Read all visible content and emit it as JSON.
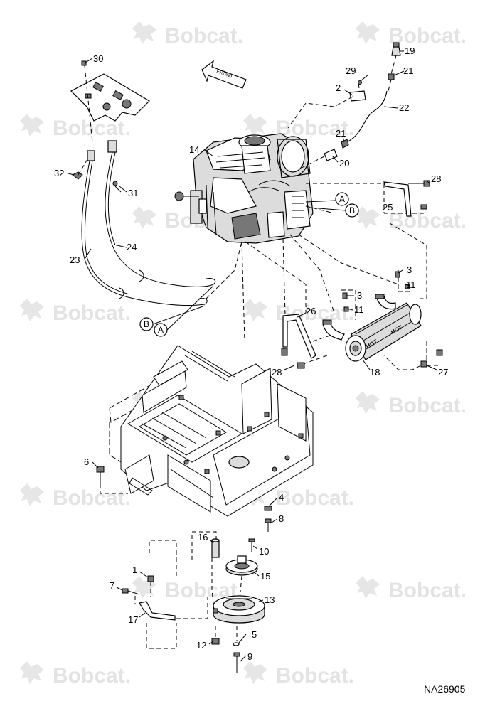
{
  "watermark": {
    "brand": "Bobcat."
  },
  "front_label": "FRONT",
  "document_number": "NA26905",
  "refs": {
    "a": "A",
    "b": "B"
  },
  "callouts": {
    "c1": "1",
    "c2": "2",
    "c3a": "3",
    "c3b": "3",
    "c4": "4",
    "c5": "5",
    "c6": "6",
    "c7": "7",
    "c8": "8",
    "c9": "9",
    "c10": "10",
    "c11a": "11",
    "c11b": "11",
    "c12": "12",
    "c13": "13",
    "c14": "14",
    "c15": "15",
    "c16": "16",
    "c17": "17",
    "c18": "18",
    "c19": "19",
    "c20": "20",
    "c21a": "21",
    "c21b": "21",
    "c22": "22",
    "c23": "23",
    "c24": "24",
    "c25": "25",
    "c26": "26",
    "c27": "27",
    "c28a": "28",
    "c28b": "28",
    "c29": "29",
    "c30": "30",
    "c31": "31",
    "c32": "32"
  },
  "muffler_text": {
    "a": "HOT",
    "b": "HOT"
  }
}
